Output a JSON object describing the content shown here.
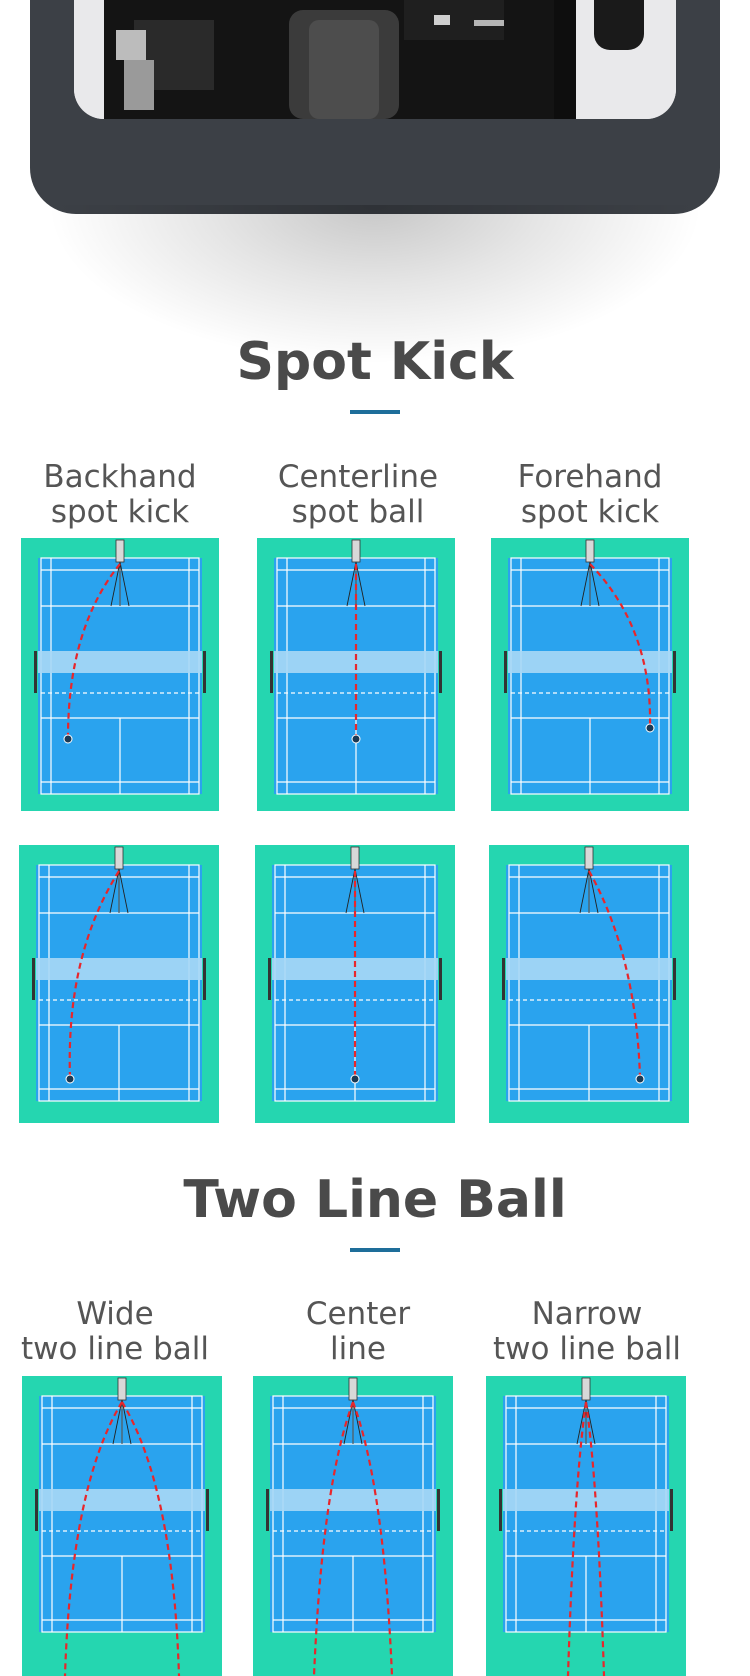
{
  "spot_kick": {
    "title": "Spot Kick",
    "labels": [
      "Backhand\nspot kick",
      "Centerline\nspot ball",
      "Forehand\nspot kick"
    ]
  },
  "two_line": {
    "title": "Two Line Ball",
    "labels": [
      "Wide\ntwo line ball",
      "Center\nline",
      "Narrow\ntwo line ball"
    ]
  },
  "colors": {
    "frame": "#3c4046",
    "court_border": "#25d6b0",
    "court": "#2aa3ee",
    "trajectory": "#e8262b",
    "title_rule": "#1e6e9a"
  },
  "courts": [
    {
      "row": "spot-1",
      "pattern": "backhand-spot"
    },
    {
      "row": "spot-1",
      "pattern": "centerline-spot"
    },
    {
      "row": "spot-1",
      "pattern": "forehand-spot"
    },
    {
      "row": "spot-2",
      "pattern": "backhand-spot-deep"
    },
    {
      "row": "spot-2",
      "pattern": "centerline-spot-deep"
    },
    {
      "row": "spot-2",
      "pattern": "forehand-spot-deep"
    },
    {
      "row": "two-line",
      "pattern": "wide-two-line"
    },
    {
      "row": "two-line",
      "pattern": "center-line"
    },
    {
      "row": "two-line",
      "pattern": "narrow-two-line"
    }
  ]
}
